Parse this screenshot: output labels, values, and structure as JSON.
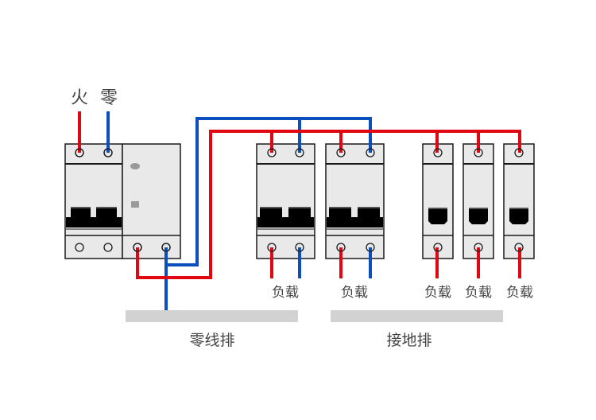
{
  "colors": {
    "live": "#e00712",
    "neutral": "#0b4fbf",
    "body": "#e9e9e9",
    "outline": "#1a1a1a",
    "toggle": "#000000",
    "bar": "#d2d2d2",
    "label": "#444444"
  },
  "inputs": {
    "live_label": "火",
    "neutral_label": "零"
  },
  "main_breaker": {
    "poles": 2,
    "has_rcd": true
  },
  "branch_breakers": [
    {
      "poles": 2,
      "load_label": "负载"
    },
    {
      "poles": 2,
      "load_label": "负载"
    },
    {
      "poles": 1,
      "load_label": "负载"
    },
    {
      "poles": 1,
      "load_label": "负载"
    },
    {
      "poles": 1,
      "load_label": "负载"
    }
  ],
  "bars": {
    "neutral_bar_label": "零线排",
    "ground_bar_label": "接地排"
  }
}
